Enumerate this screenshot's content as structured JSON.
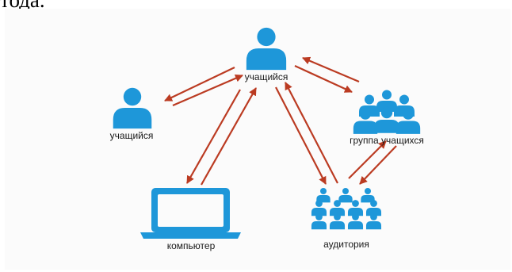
{
  "header_fragment": "тода.",
  "colors": {
    "figure": "#1e97d9",
    "arrow": "#bb3b22",
    "background": "#fbfbfb"
  },
  "nodes": {
    "center": {
      "label": "учащийся",
      "icon": "person-icon"
    },
    "left": {
      "label": "учащийся",
      "icon": "person-icon"
    },
    "group": {
      "label": "группа учащихся",
      "icon": "group-icon"
    },
    "computer": {
      "label": "компьютер",
      "icon": "laptop-icon"
    },
    "audience": {
      "label": "аудитория",
      "icon": "audience-icon"
    }
  }
}
